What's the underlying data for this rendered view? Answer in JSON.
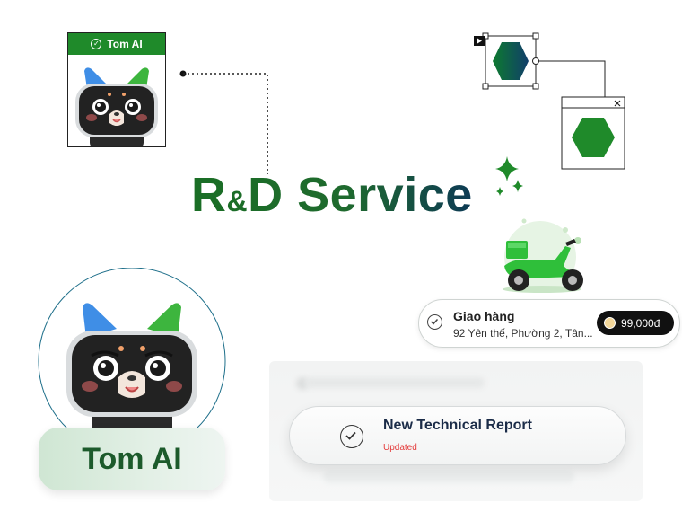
{
  "top_card": {
    "label": "Tom AI"
  },
  "title": {
    "pre": "R",
    "amp": "&",
    "post": "D Service"
  },
  "delivery": {
    "title": "Giao hàng",
    "address": "92 Yên thế, Phường 2, Tân...",
    "price": "99,000đ"
  },
  "report": {
    "title": "New Technical Report",
    "status": "Updated"
  },
  "badge": {
    "label": "Tom AI"
  },
  "colors": {
    "brand_green": "#1f8a2a",
    "title_dark": "#0d3a55",
    "status_red": "#e43a3a"
  },
  "icons": [
    "check-icon",
    "sparkle-icon",
    "hexagon-icon",
    "close-icon",
    "play-icon",
    "scooter-icon",
    "coin-icon"
  ]
}
